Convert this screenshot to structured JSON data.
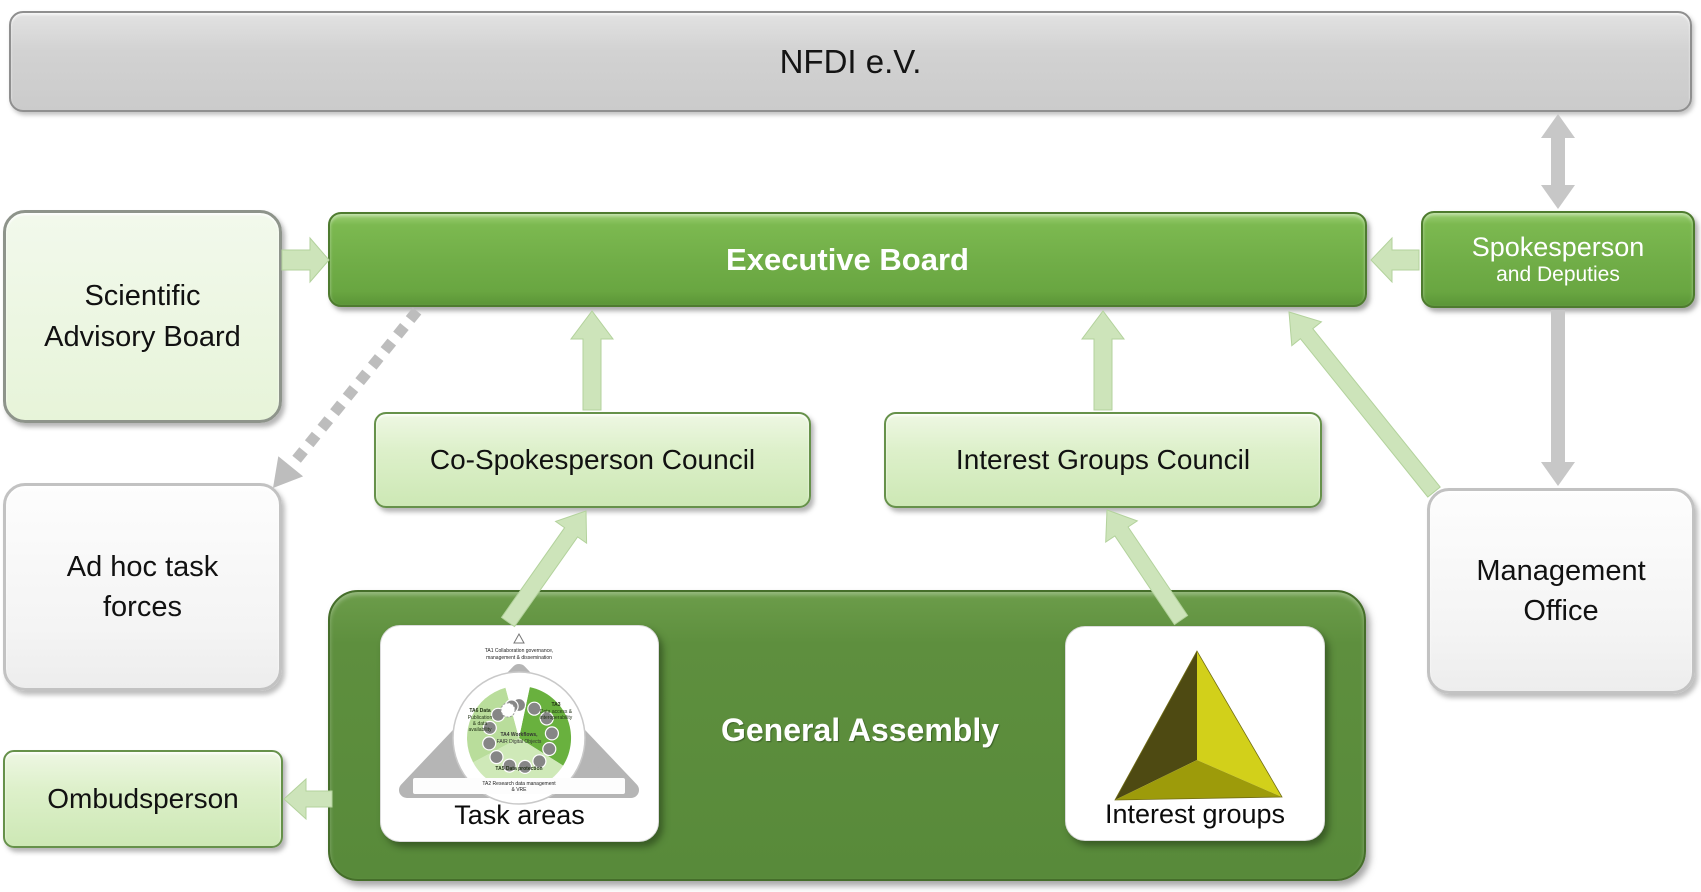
{
  "nodes": {
    "nfdi": {
      "label": "NFDI e.V."
    },
    "scientific_advisory_board": {
      "line1": "Scientific",
      "line2": "Advisory Board"
    },
    "executive_board": {
      "label": "Executive Board"
    },
    "spokesperson": {
      "line1": "Spokesperson",
      "line2": "and Deputies"
    },
    "co_spokesperson_council": {
      "label": "Co-Spokesperson Council"
    },
    "interest_groups_council": {
      "label": "Interest Groups Council"
    },
    "ad_hoc_task_forces": {
      "line1": "Ad hoc task",
      "line2": "forces"
    },
    "management_office": {
      "line1": "Management",
      "line2": "Office"
    },
    "general_assembly": {
      "label": "General Assembly"
    },
    "task_areas": {
      "caption": "Task areas"
    },
    "interest_groups": {
      "caption": "Interest groups"
    },
    "ombudsperson": {
      "label": "Ombudsperson"
    }
  },
  "task_areas_diagram": {
    "top_line1": "TA1 Collaboration governance,",
    "top_line2": "management & dissemination",
    "segment_right_line1": "TA3",
    "segment_right_line2": "Data access &",
    "segment_right_line3": "interoperability",
    "segment_left_line1": "TA6 Data",
    "segment_left_line2": "Publication",
    "segment_left_line3": "& data",
    "segment_left_line4": "availability",
    "center_line1": "TA4 Workflows,",
    "center_line2": "FAIR Digital Objects",
    "bottom_label": "TA5 Data protection",
    "base_line1": "TA2 Research data management",
    "base_line2": "& VRE"
  },
  "colors": {
    "accent_green": "#70ad47",
    "dark_green": "#588a3a",
    "light_green_fill": "#cde8b5",
    "pale_green_arrow": "#cde4ba",
    "gray_arrow": "#c7c7c7",
    "bar_gray": "#cccccc",
    "tetrahedron_dark": "#4e4a12",
    "tetrahedron_bright": "#d2d01a",
    "tetrahedron_mid": "#9d9b0a"
  },
  "connections": [
    {
      "from": "Scientific Advisory Board",
      "to": "Executive Board",
      "style": "pale-green-arrow"
    },
    {
      "from": "Spokesperson and Deputies",
      "to": "Executive Board",
      "style": "pale-green-arrow"
    },
    {
      "from": "Co-Spokesperson Council",
      "to": "Executive Board",
      "style": "pale-green-arrow"
    },
    {
      "from": "Interest Groups Council",
      "to": "Executive Board",
      "style": "pale-green-arrow"
    },
    {
      "from": "Management Office",
      "to": "Executive Board",
      "style": "pale-green-arrow"
    },
    {
      "from": "Task areas",
      "to": "Co-Spokesperson Council",
      "style": "pale-green-arrow"
    },
    {
      "from": "Interest groups",
      "to": "Interest Groups Council",
      "style": "pale-green-arrow"
    },
    {
      "from": "General Assembly",
      "to": "Ombudsperson",
      "style": "pale-green-arrow"
    },
    {
      "from": "NFDI e.V.",
      "to": "Spokesperson and Deputies",
      "style": "gray-double-arrow"
    },
    {
      "from": "Spokesperson and Deputies",
      "to": "Management Office",
      "style": "gray-arrow"
    },
    {
      "from": "Executive Board",
      "to": "Ad hoc task forces",
      "style": "gray-dashed-arrow"
    }
  ]
}
